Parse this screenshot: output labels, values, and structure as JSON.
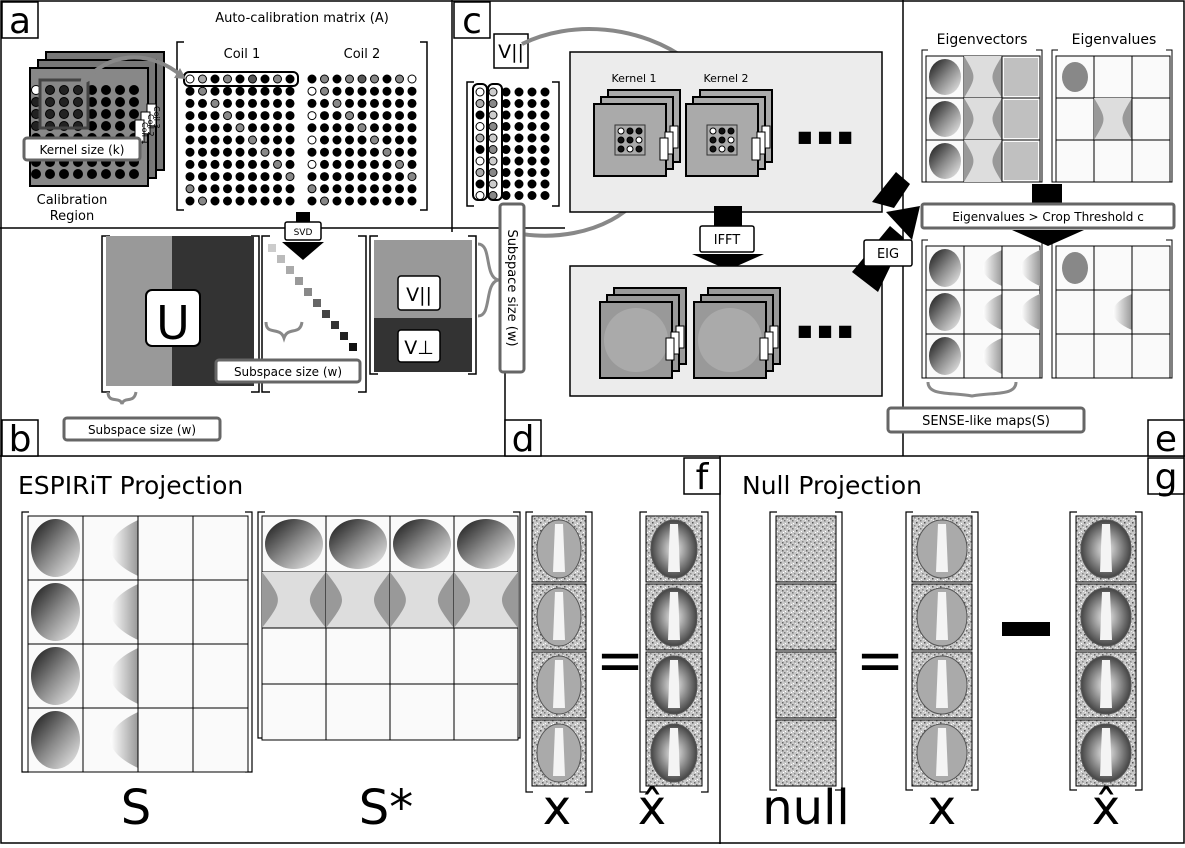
{
  "panels": {
    "a": {
      "letter": "a",
      "title": "Auto-calibration matrix (A)",
      "coil1": "Coil 1",
      "coil2": "Coil 2",
      "stack_tags": [
        "Coil 1",
        "Coil 2",
        "Coil 3"
      ],
      "kernel_size": "Kernel size (k)",
      "calibration_line1": "Calibration",
      "calibration_line2": "Region"
    },
    "b": {
      "letter": "b",
      "svd": "SVD",
      "u": "U",
      "v_par": "V||",
      "v_perp": "V⊥",
      "subspace_inner": "Subspace size (w)",
      "subspace_bottom": "Subspace size (w)"
    },
    "c": {
      "letter": "c",
      "v_par": "V||",
      "kernel1": "Kernel 1",
      "kernel2": "Kernel 2",
      "subspace_vertical": "Subspace size (w)",
      "ellipsis": "■ ■ ■"
    },
    "d": {
      "letter": "d",
      "ifft": "IFFT",
      "eig": "EIG",
      "ellipsis": "■ ■ ■"
    },
    "e": {
      "letter": "e",
      "eigenvectors": "Eigenvectors",
      "eigenvalues": "Eigenvalues",
      "crop": "Eigenvalues > Crop Threshold c",
      "sense": "SENSE-like maps(S)"
    },
    "f": {
      "letter": "f",
      "title": "ESPIRiT Projection",
      "s": "S",
      "s_star": "S*",
      "x": "x",
      "x_hat": "x̂",
      "equals": "="
    },
    "g": {
      "letter": "g",
      "title": "Null Projection",
      "null": "null",
      "x": "x",
      "x_hat": "x̂",
      "equals": "=",
      "minus": "—"
    }
  }
}
